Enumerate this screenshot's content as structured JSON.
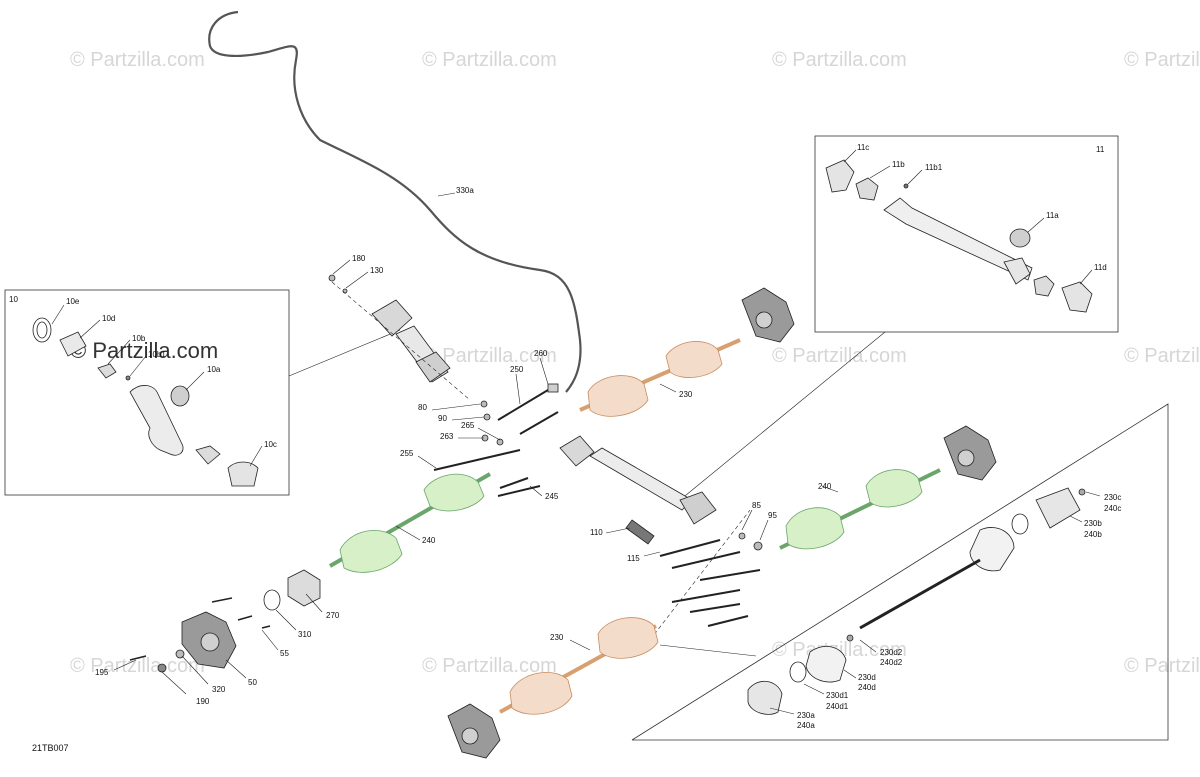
{
  "watermark": "© Partzilla.com",
  "figure_code": "21TB007",
  "callouts": {
    "c330a": "330a",
    "c180": "180",
    "c130": "130",
    "c260": "260",
    "c250": "250",
    "c80": "80",
    "c90": "90",
    "c265": "265",
    "c263": "263",
    "c255": "255",
    "c245": "245",
    "c240_left": "240",
    "c230_top": "230",
    "c240_right": "240",
    "c85": "85",
    "c95": "95",
    "c110": "110",
    "c115": "115",
    "c230_bottom": "230",
    "c270": "270",
    "c310": "310",
    "c55": "55",
    "c50": "50",
    "c195": "195",
    "c190": "190",
    "c320": "320",
    "box10": "10",
    "c10e": "10e",
    "c10d": "10d",
    "c10b": "10b",
    "c10b1": "10b1",
    "c10a": "10a",
    "c10c": "10c",
    "box11": "11",
    "c11c": "11c",
    "c11b": "11b",
    "c11b1": "11b1",
    "c11a": "11a",
    "c11d": "11d",
    "c230c": "230c",
    "c240c": "240c",
    "c230b": "230b",
    "c240b": "240b",
    "c230d2": "230d2",
    "c240d2": "240d2",
    "c230d": "230d",
    "c240d": "240d",
    "c230d1": "230d1",
    "c240d1": "240d1",
    "c230a": "230a",
    "c240a": "240a"
  }
}
